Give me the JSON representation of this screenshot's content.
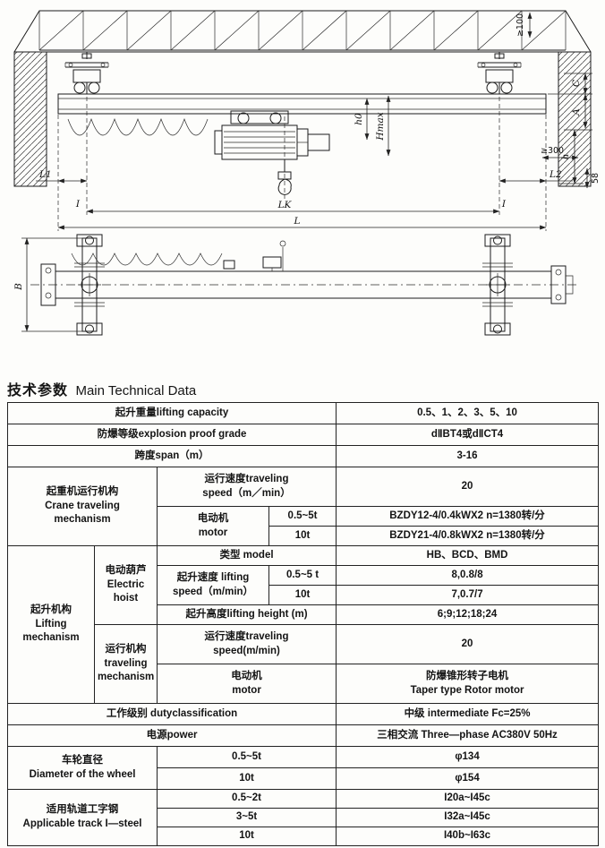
{
  "title": {
    "zh": "技术参数",
    "en": "Main Technical Data"
  },
  "diagram": {
    "labels": {
      "min100": "≥100",
      "hmax": "Hmax",
      "h0": "h0",
      "c": "C",
      "a": "A",
      "h": "h",
      "min300": "≥300",
      "n58": "58",
      "l1": "L1",
      "l2": "L2",
      "lk": "LK",
      "l": "L",
      "i_left": "I",
      "i_right": "I",
      "b": "B"
    }
  },
  "table": {
    "lifting_capacity": {
      "label": "起升重量lifting capacity",
      "value": "0.5、1、2、3、5、10"
    },
    "explosion_grade": {
      "label": "防爆等级explosion proof grade",
      "value": "dⅡBT4或dⅡCT4"
    },
    "span": {
      "label": "跨度span（m）",
      "value": "3-16"
    },
    "crane_traveling": {
      "group_label": "起重机运行机构\nCrane traveling\nmechanism",
      "speed_label": "运行速度traveling\nspeed（m／min）",
      "speed_value": "20",
      "motor_label": "电动机\nmotor",
      "motor_cap_1": "0.5~5t",
      "motor_val_1": "BZDY12-4/0.4kWX2 n=1380转/分",
      "motor_cap_2": "10t",
      "motor_val_2": "BZDY21-4/0.8kWX2 n=1380转/分"
    },
    "lifting_mechanism": {
      "group_label": "起升机构\nLifting\nmechanism",
      "hoist_label": "电动葫芦\nElectric\nhoist",
      "model_label": "类型  model",
      "model_value": "HB、BCD、BMD",
      "lift_speed_label": "起升速度 lifting\nspeed（m/min）",
      "lift_speed_cap_1": "0.5~5 t",
      "lift_speed_val_1": "8,0.8/8",
      "lift_speed_cap_2": "10t",
      "lift_speed_val_2": "7,0.7/7",
      "lift_height_label": "起升高度lifting height (m)",
      "lift_height_value": "6;9;12;18;24",
      "trav_label": "运行机构\ntraveling\nmechanism",
      "trav_speed_label": "运行速度traveling\nspeed(m/min)",
      "trav_speed_value": "20",
      "trav_motor_label": "电动机\nmotor",
      "trav_motor_value": "防爆锥形转子电机\nTaper type Rotor motor"
    },
    "duty": {
      "label": "工作级别 dutyclassification",
      "value": "中级 intermediate Fc=25%"
    },
    "power": {
      "label": "电源power",
      "value": "三相交流  Three—phase AC380V 50Hz"
    },
    "wheel_diameter": {
      "group_label": "车轮直径\nDiameter of the wheel",
      "cap_1": "0.5~5t",
      "val_1": "φ134",
      "cap_2": "10t",
      "val_2": "φ154"
    },
    "track": {
      "group_label": "适用轨道工字钢\nApplicable track I—steel",
      "cap_1": "0.5~2t",
      "val_1": "I20a~I45c",
      "cap_2": "3~5t",
      "val_2": "I32a~I45c",
      "cap_3": "10t",
      "val_3": "I40b~I63c"
    }
  }
}
